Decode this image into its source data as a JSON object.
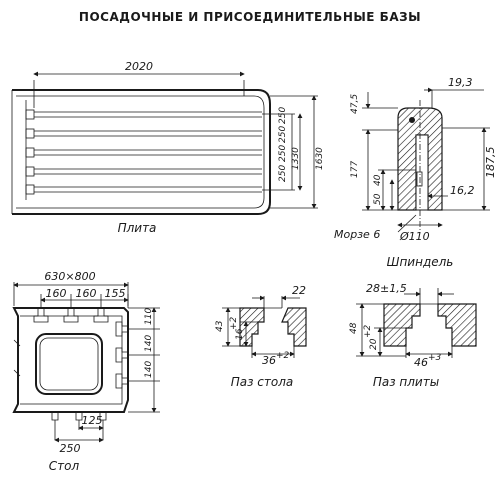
{
  "title": "ПОСАДОЧНЫЕ И ПРИСОЕДИНИТЕЛЬНЫЕ БАЗЫ",
  "plate": {
    "caption": "Плита",
    "dim_length": "2020",
    "dim_slot_1": "250",
    "dim_slot_2": "250",
    "dim_slot_3": "250",
    "dim_slot_4": "250",
    "dim_1330": "1330",
    "dim_1630": "1630"
  },
  "spindle": {
    "caption": "Шпиндель",
    "dim_19_3": "19,3",
    "dim_47_5": "47,5",
    "dim_177": "177",
    "dim_50": "50",
    "dim_40": "40",
    "dim_16_2": "16,2",
    "dim_187_5": "187,5",
    "taper_label": "Морзе 6",
    "diameter_label": "Ø110"
  },
  "table": {
    "caption": "Стол",
    "size_label": "630×800",
    "dim_160_a": "160",
    "dim_160_b": "160",
    "dim_155": "155",
    "dim_110": "110",
    "dim_140_a": "140",
    "dim_140_b": "140",
    "dim_125": "125",
    "dim_250": "250"
  },
  "table_slot": {
    "caption": "Паз стола",
    "dim_22": "22",
    "dim_43": "43",
    "dim_16": "16",
    "dim_16_tol": "+2",
    "dim_36": "36",
    "dim_36_tol": "+2"
  },
  "plate_slot": {
    "caption": "Паз плиты",
    "dim_28": "28±1,5",
    "dim_48": "48",
    "dim_20": "20",
    "dim_20_tol": "+2",
    "dim_46": "46",
    "dim_46_tol": "+3"
  }
}
